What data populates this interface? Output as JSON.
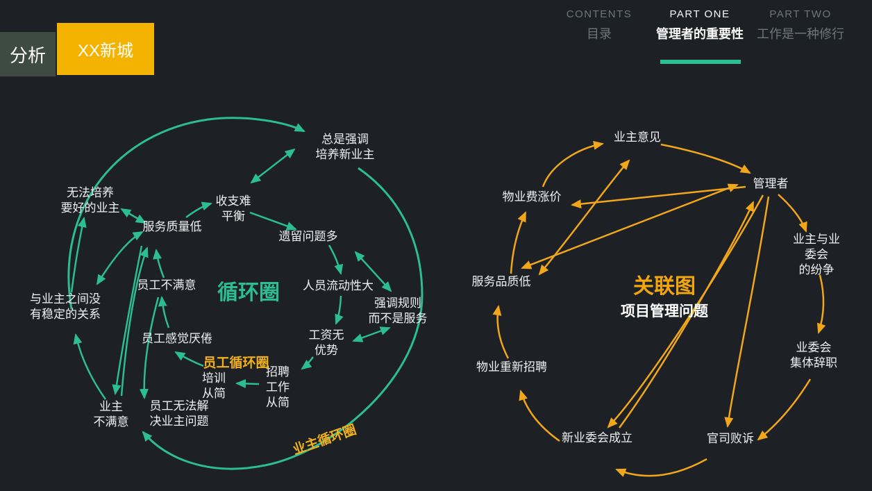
{
  "header": {
    "analysis": "分析",
    "project": "XX新城"
  },
  "nav": {
    "items": [
      {
        "title": "CONTENTS",
        "subtitle": "目录",
        "active": false
      },
      {
        "title": "PART ONE",
        "subtitle": "管理者的重要性",
        "active": true
      },
      {
        "title": "PART TWO",
        "subtitle": "工作是一种修行",
        "active": false
      }
    ]
  },
  "left": {
    "title": "循环圈",
    "employee_cycle_label": "员工循环圈",
    "owner_cycle_label": "业主循环圈",
    "nodes": {
      "always_new_owners": "总是强调\n培养新业主",
      "cannot_cultivate": "无法培养\n要好的业主",
      "low_service_quality": "服务质量低",
      "hard_balance": "收支难\n平衡",
      "legacy_issues": "遗留问题多",
      "no_stable_relation": "与业主之间没\n有稳定的关系",
      "staff_unsatisfied": "员工不满意",
      "high_turnover": "人员流动性大",
      "rules_over_service": "强调规则\n而不是服务",
      "staff_bored": "员工感觉厌倦",
      "uncompetitive_salary": "工资无\n优势",
      "simple_training": "培训\n从简",
      "simple_recruiting": "招聘\n工作\n从简",
      "owner_unsatisfied": "业主\n不满意",
      "cannot_solve": "员工无法解\n决业主问题"
    },
    "edges": [
      {
        "from": "no_stable_relation",
        "to": "always_new_owners",
        "double": false
      },
      {
        "from": "always_new_owners",
        "to": "owner_unsatisfied",
        "double": false
      },
      {
        "from": "cannot_cultivate",
        "to": "low_service_quality",
        "double": true
      },
      {
        "from": "low_service_quality",
        "to": "hard_balance",
        "double": false
      },
      {
        "from": "hard_balance",
        "to": "always_new_owners",
        "double": true
      },
      {
        "from": "hard_balance",
        "to": "legacy_issues",
        "double": false
      },
      {
        "from": "legacy_issues",
        "to": "rules_over_service",
        "double": true
      },
      {
        "from": "legacy_issues",
        "to": "high_turnover",
        "double": false
      },
      {
        "from": "high_turnover",
        "to": "uncompetitive_salary",
        "double": false
      },
      {
        "from": "uncompetitive_salary",
        "to": "rules_over_service",
        "double": true
      },
      {
        "from": "uncompetitive_salary",
        "to": "simple_recruiting",
        "double": false
      },
      {
        "from": "simple_recruiting",
        "to": "simple_training",
        "double": false
      },
      {
        "from": "simple_training",
        "to": "staff_bored",
        "double": false
      },
      {
        "from": "staff_bored",
        "to": "staff_unsatisfied",
        "double": false
      },
      {
        "from": "staff_unsatisfied",
        "to": "low_service_quality",
        "double": false
      },
      {
        "from": "owner_unsatisfied",
        "to": "low_service_quality",
        "double": false
      },
      {
        "from": "low_service_quality",
        "to": "owner_unsatisfied",
        "double": false
      },
      {
        "from": "no_stable_relation",
        "to": "low_service_quality",
        "double": true
      },
      {
        "from": "staff_unsatisfied",
        "to": "cannot_solve",
        "double": false
      },
      {
        "from": "owner_unsatisfied",
        "to": "no_stable_relation",
        "double": false
      },
      {
        "from": "no_stable_relation",
        "to": "cannot_cultivate",
        "double": false
      }
    ]
  },
  "right": {
    "title": "关联图",
    "subtitle": "项目管理问题",
    "nodes": {
      "owner_opinion": "业主意见",
      "manager": "管理者",
      "fee_increase": "物业费涨价",
      "low_quality": "服务品质低",
      "rehire": "物业重新招聘",
      "new_committee": "新业委会成立",
      "lawsuit_lost": "官司败诉",
      "committee_resign": "业委会\n集体辞职",
      "owner_committee_dispute": "业主与业委会\n的纷争"
    },
    "edges": [
      {
        "from": "fee_increase",
        "to": "owner_opinion",
        "double": false
      },
      {
        "from": "owner_opinion",
        "to": "manager",
        "double": false
      },
      {
        "from": "manager",
        "to": "fee_increase",
        "double": false
      },
      {
        "from": "low_quality",
        "to": "manager",
        "double": true
      },
      {
        "from": "low_quality",
        "to": "owner_opinion",
        "double": true
      },
      {
        "from": "low_quality",
        "to": "fee_increase",
        "double": false
      },
      {
        "from": "manager",
        "to": "new_committee",
        "double": false
      },
      {
        "from": "manager",
        "to": "lawsuit_lost",
        "double": false
      },
      {
        "from": "manager",
        "to": "owner_committee_dispute",
        "double": false
      },
      {
        "from": "owner_committee_dispute",
        "to": "committee_resign",
        "double": false
      },
      {
        "from": "committee_resign",
        "to": "lawsuit_lost",
        "double": false
      },
      {
        "from": "lawsuit_lost",
        "to": "new_committee",
        "double": false
      },
      {
        "from": "new_committee",
        "to": "rehire",
        "double": false
      },
      {
        "from": "rehire",
        "to": "low_quality",
        "double": false
      },
      {
        "from": "new_committee",
        "to": "manager",
        "double": false
      }
    ]
  },
  "colors": {
    "background": "#1d2125",
    "teal": "#2cbd92",
    "orange": "#f2a71b",
    "yellow_box": "#f5b301",
    "analysis_box": "#3e4a44",
    "inactive_text": "#6f767b"
  }
}
